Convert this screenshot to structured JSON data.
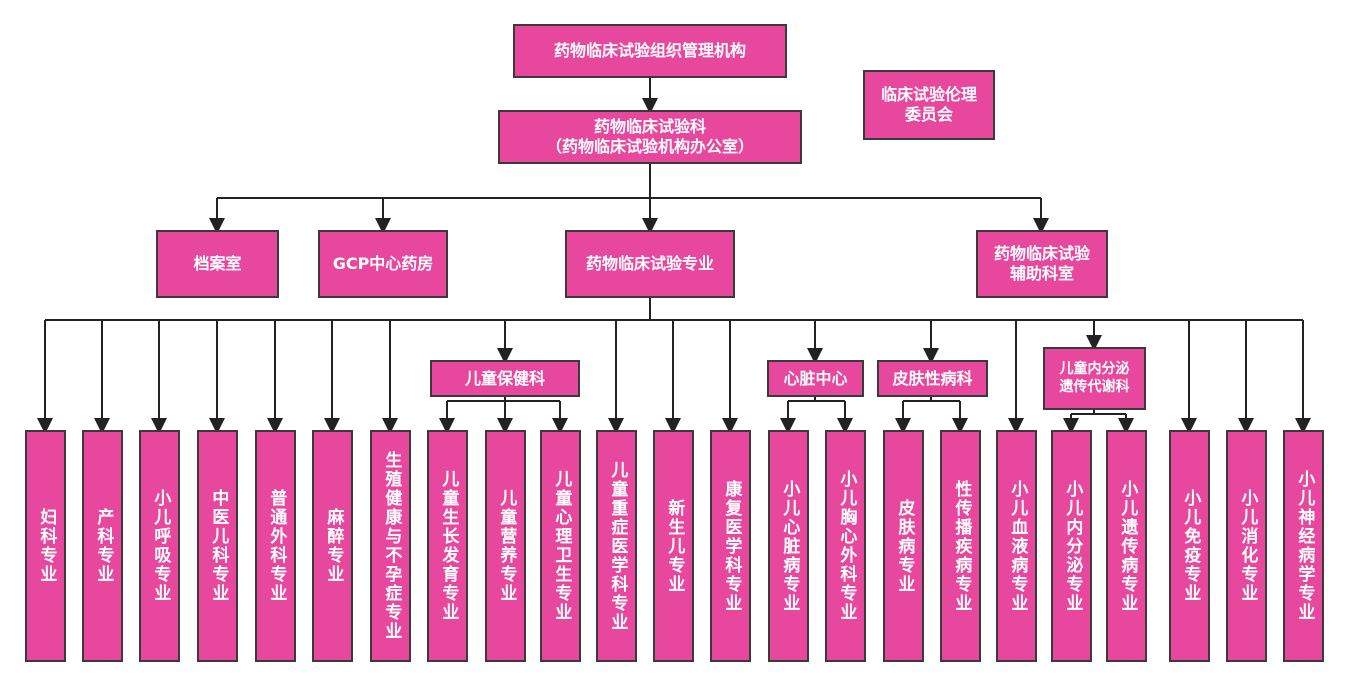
{
  "top": {
    "management": "药物临床试验组织管理机构",
    "ethics": "临床试验伦理\n委员会",
    "department": "药物临床试验科\n（药物临床试验机构办公室）"
  },
  "level2": {
    "archive": "档案室",
    "pharmacy": "GCP中心药房",
    "specialty": "药物临床试验专业",
    "auxiliary": "药物临床试验\n辅助科室"
  },
  "groups": {
    "child_health": "儿童保健科",
    "heart_center": "心脏中心",
    "dermatology": "皮肤性病科",
    "endocrine": "儿童内分泌\n遗传代谢科"
  },
  "specialties": [
    "妇科专业",
    "产科专业",
    "小儿呼吸专业",
    "中医儿科专业",
    "普通外科专业",
    "麻醉专业",
    "生殖健康与不孕症专业",
    "儿童生长发育专业",
    "儿童营养专业",
    "儿童心理卫生专业",
    "儿童重症医学科专业",
    "新生儿专业",
    "康复医学科专业",
    "小儿心脏病专业",
    "小儿胸心外科专业",
    "皮肤病专业",
    "性传播疾病专业",
    "小儿血液病专业",
    "小儿内分泌专业",
    "小儿遗传病专业",
    "小儿免疫专业",
    "小儿消化专业",
    "小儿神经病学专业"
  ]
}
